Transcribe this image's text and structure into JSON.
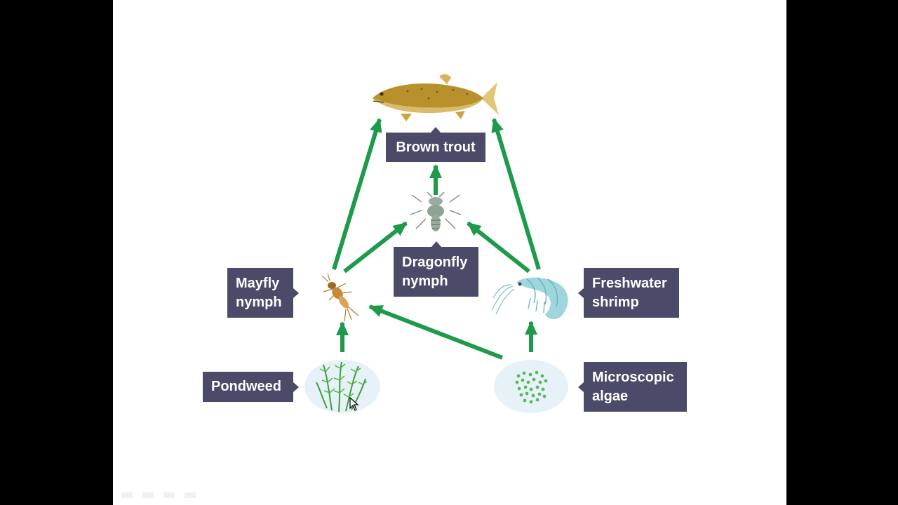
{
  "colors": {
    "label_bg": "#4b4a68",
    "arrow": "#1e9a4b",
    "slide_bg": "#ffffff",
    "frame_bg": "#000000"
  },
  "diagram": {
    "organisms": [
      {
        "id": "brown-trout",
        "label": "Brown trout",
        "icon": "trout-icon"
      },
      {
        "id": "dragonfly-nymph",
        "label": "Dragonfly nymph",
        "icon": "dragonfly-nymph-icon"
      },
      {
        "id": "mayfly-nymph",
        "label": "Mayfly nymph",
        "icon": "mayfly-nymph-icon"
      },
      {
        "id": "freshwater-shrimp",
        "label": "Freshwater shrimp",
        "icon": "shrimp-icon"
      },
      {
        "id": "pondweed",
        "label": "Pondweed",
        "icon": "pondweed-icon"
      },
      {
        "id": "microscopic-algae",
        "label": "Microscopic algae",
        "icon": "algae-icon"
      }
    ],
    "edges": [
      {
        "from": "pondweed",
        "to": "mayfly-nymph"
      },
      {
        "from": "microscopic-algae",
        "to": "mayfly-nymph"
      },
      {
        "from": "microscopic-algae",
        "to": "freshwater-shrimp"
      },
      {
        "from": "mayfly-nymph",
        "to": "dragonfly-nymph"
      },
      {
        "from": "freshwater-shrimp",
        "to": "dragonfly-nymph"
      },
      {
        "from": "mayfly-nymph",
        "to": "brown-trout"
      },
      {
        "from": "dragonfly-nymph",
        "to": "brown-trout"
      },
      {
        "from": "freshwater-shrimp",
        "to": "brown-trout"
      }
    ]
  }
}
